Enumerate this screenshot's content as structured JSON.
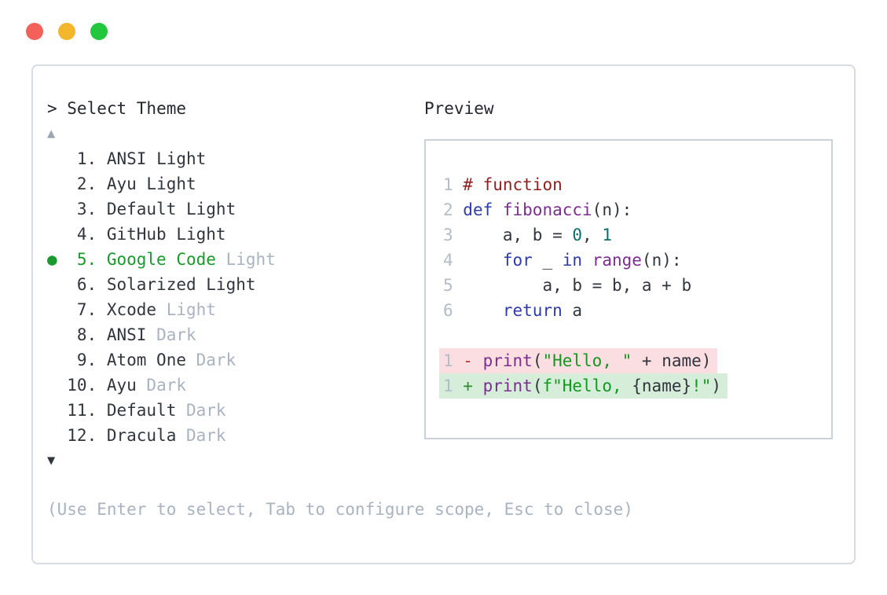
{
  "colors": {
    "accent_green": "#189b2c",
    "muted": "#a9b3c1",
    "text_dark": "#31353d",
    "linenum": "#b3bcc8",
    "tok_comment": "#8f2121",
    "tok_keyword": "#2f3aad",
    "tok_func": "#7c2e8f",
    "tok_number": "#0b6e6e",
    "tok_string": "#12991f",
    "diff_minus": "#bb2f2a",
    "diff_plus": "#2a8f35",
    "removed_bg": "#fbdee1",
    "added_bg": "#d6edda",
    "tl_red": "#f4615a",
    "tl_yellow": "#f3b72d",
    "tl_green": "#23c73d"
  },
  "theme_picker": {
    "prompt": "> Select Theme",
    "scroll_up_icon": "▲",
    "scroll_down_icon": "▼",
    "selected_bullet_icon": "●",
    "hint": "(Use Enter to select, Tab to configure scope, Esc to close)",
    "items": [
      {
        "number": "1.",
        "name": "ANSI",
        "suffix": " Light",
        "suffix_muted": false,
        "selected": false
      },
      {
        "number": "2.",
        "name": "Ayu",
        "suffix": " Light",
        "suffix_muted": false,
        "selected": false
      },
      {
        "number": "3.",
        "name": "Default",
        "suffix": " Light",
        "suffix_muted": false,
        "selected": false
      },
      {
        "number": "4.",
        "name": "GitHub",
        "suffix": " Light",
        "suffix_muted": false,
        "selected": false
      },
      {
        "number": "5.",
        "name": "Google Code",
        "suffix": " Light",
        "suffix_muted": true,
        "selected": true
      },
      {
        "number": "6.",
        "name": "Solarized",
        "suffix": " Light",
        "suffix_muted": false,
        "selected": false
      },
      {
        "number": "7.",
        "name": "Xcode",
        "suffix": " Light",
        "suffix_muted": true,
        "selected": false
      },
      {
        "number": "8.",
        "name": "ANSI",
        "suffix": " Dark",
        "suffix_muted": true,
        "selected": false
      },
      {
        "number": "9.",
        "name": "Atom One",
        "suffix": " Dark",
        "suffix_muted": true,
        "selected": false
      },
      {
        "number": "10.",
        "name": "Ayu",
        "suffix": " Dark",
        "suffix_muted": true,
        "selected": false
      },
      {
        "number": "11.",
        "name": "Default",
        "suffix": " Dark",
        "suffix_muted": true,
        "selected": false
      },
      {
        "number": "12.",
        "name": "Dracula",
        "suffix": " Dark",
        "suffix_muted": true,
        "selected": false
      }
    ]
  },
  "preview": {
    "label": "Preview",
    "code_lines": [
      {
        "num": "1",
        "diff": "",
        "segments": [
          {
            "text": "# function",
            "type": "comment"
          }
        ]
      },
      {
        "num": "2",
        "diff": "",
        "segments": [
          {
            "text": "def ",
            "type": "keyword"
          },
          {
            "text": "fibonacci",
            "type": "func"
          },
          {
            "text": "(n):",
            "type": "plain"
          }
        ]
      },
      {
        "num": "3",
        "diff": "",
        "segments": [
          {
            "text": "    a, b = ",
            "type": "plain"
          },
          {
            "text": "0",
            "type": "number"
          },
          {
            "text": ", ",
            "type": "plain"
          },
          {
            "text": "1",
            "type": "number"
          }
        ]
      },
      {
        "num": "4",
        "diff": "",
        "segments": [
          {
            "text": "    ",
            "type": "plain"
          },
          {
            "text": "for",
            "type": "keyword"
          },
          {
            "text": " _ ",
            "type": "plain"
          },
          {
            "text": "in",
            "type": "keyword"
          },
          {
            "text": " ",
            "type": "plain"
          },
          {
            "text": "range",
            "type": "func"
          },
          {
            "text": "(n):",
            "type": "plain"
          }
        ]
      },
      {
        "num": "5",
        "diff": "",
        "segments": [
          {
            "text": "        a, b = b, a + b",
            "type": "plain"
          }
        ]
      },
      {
        "num": "6",
        "diff": "",
        "segments": [
          {
            "text": "    ",
            "type": "plain"
          },
          {
            "text": "return",
            "type": "keyword"
          },
          {
            "text": " a",
            "type": "plain"
          }
        ]
      },
      {
        "num": "",
        "diff": "",
        "segments": []
      },
      {
        "num": "1",
        "diff": "removed",
        "segments": [
          {
            "text": "- ",
            "type": "diff-minus"
          },
          {
            "text": "print",
            "type": "func"
          },
          {
            "text": "(",
            "type": "plain"
          },
          {
            "text": "\"Hello, \"",
            "type": "string"
          },
          {
            "text": " + name)",
            "type": "plain"
          }
        ]
      },
      {
        "num": "1",
        "diff": "added",
        "segments": [
          {
            "text": "+ ",
            "type": "diff-plus"
          },
          {
            "text": "print",
            "type": "func"
          },
          {
            "text": "(",
            "type": "plain"
          },
          {
            "text": "f\"Hello, ",
            "type": "string"
          },
          {
            "text": "{name}",
            "type": "plain"
          },
          {
            "text": "!\"",
            "type": "string"
          },
          {
            "text": ")",
            "type": "plain"
          }
        ]
      }
    ]
  }
}
